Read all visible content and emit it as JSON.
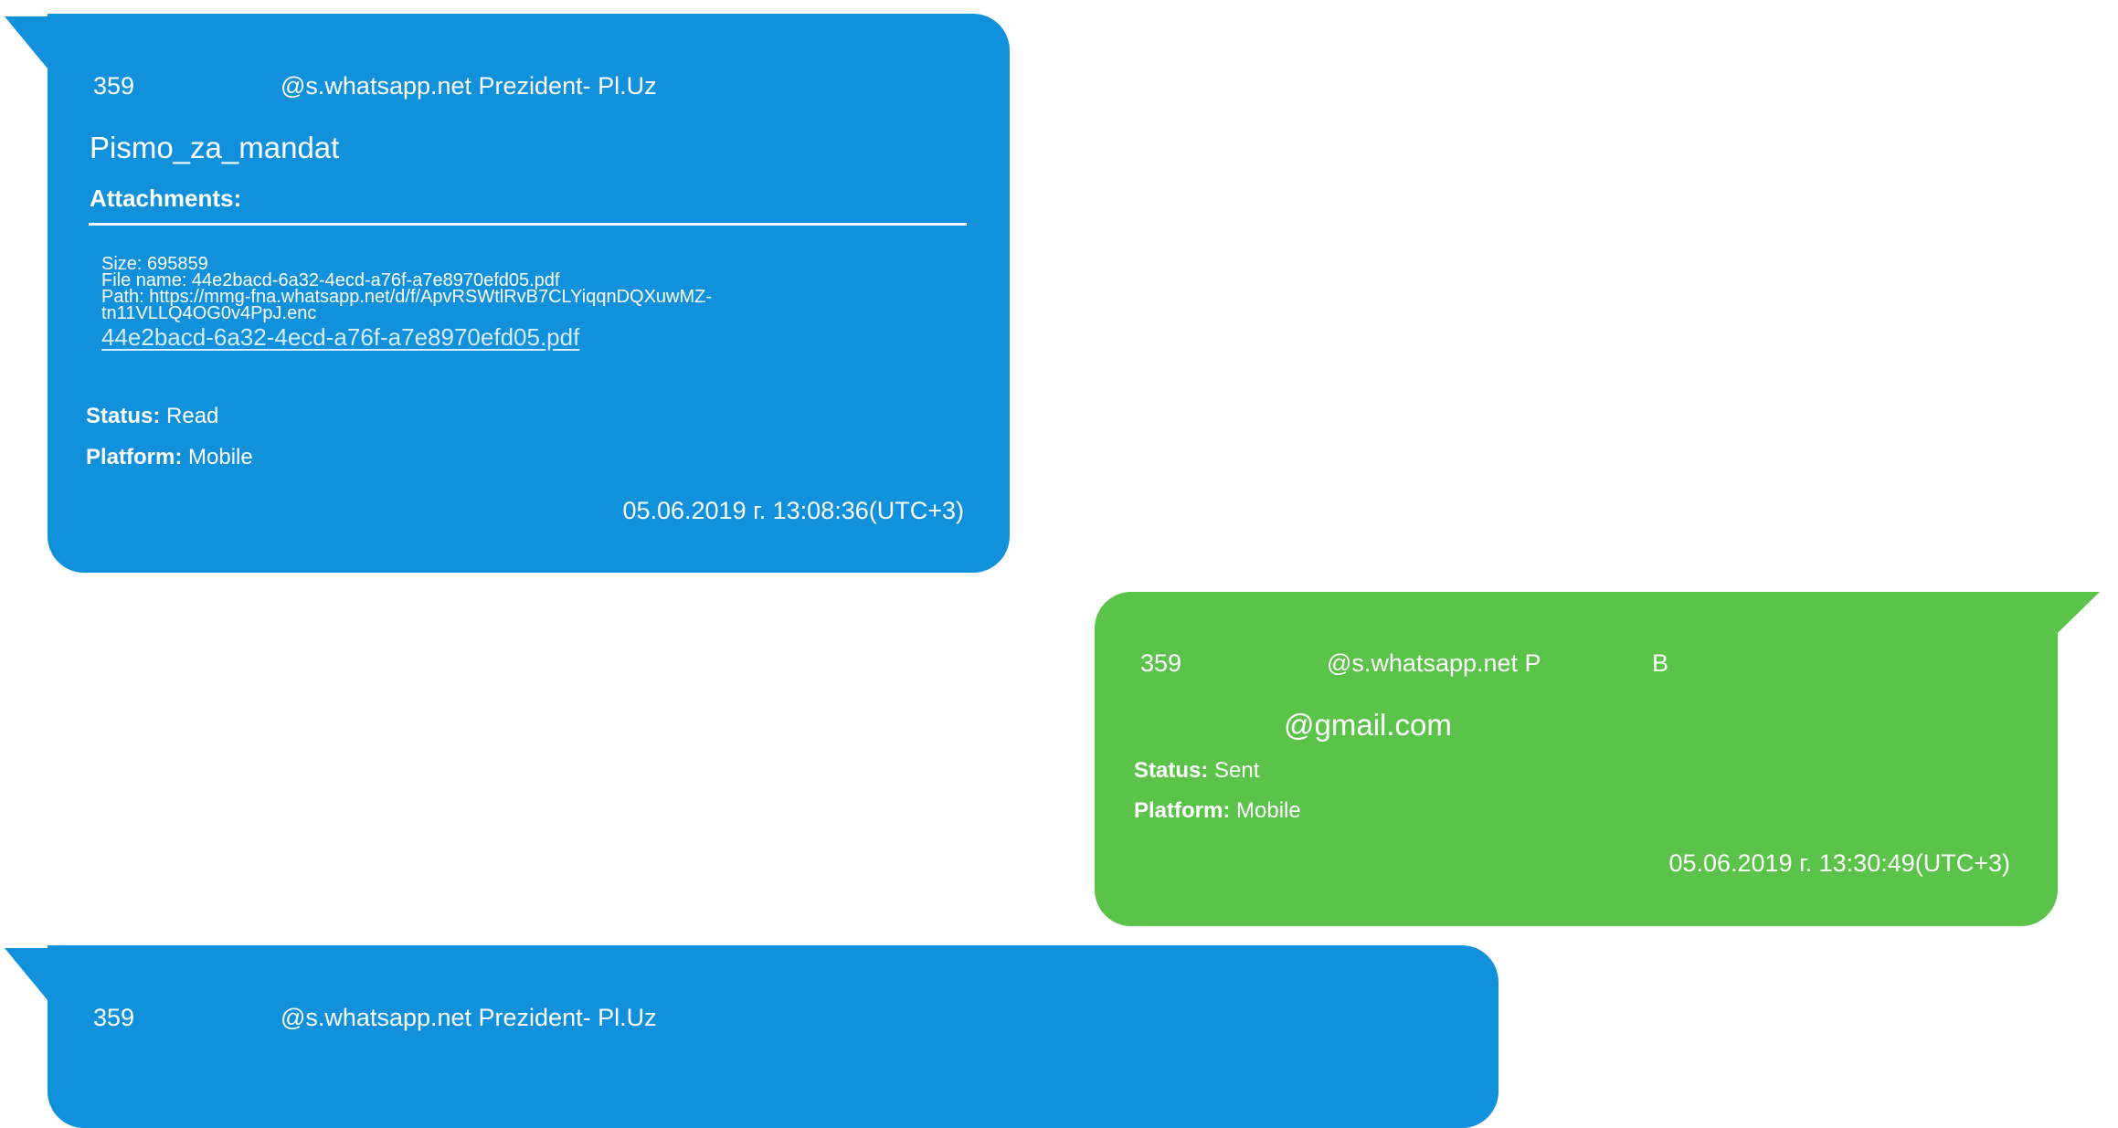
{
  "messages": [
    {
      "direction": "incoming",
      "color": "#1191dc",
      "sender_prefix": "359",
      "sender_suffix": "@s.whatsapp.net Prezident- Pl.Uz",
      "body": "Pismo_za_mandat",
      "attachments_label": "Attachments:",
      "attachment": {
        "size": "Size: 695859",
        "file_name": "File name: 44e2bacd-6a32-4ecd-a76f-a7e8970efd05.pdf",
        "path_line1": "Path: https://mmg-fna.whatsapp.net/d/f/ApvRSWtlRvB7CLYiqqnDQXuwMZ-",
        "path_line2": "tn11VLLQ4OG0v4PpJ.enc",
        "link": "44e2bacd-6a32-4ecd-a76f-a7e8970efd05.pdf"
      },
      "status_label": "Status:",
      "status": "Read",
      "platform_label": "Platform:",
      "platform": "Mobile",
      "timestamp": "05.06.2019 г. 13:08:36(UTC+3)"
    },
    {
      "direction": "outgoing",
      "color": "#5bc34a",
      "sender_prefix": "359",
      "sender_suffix": "@s.whatsapp.net P",
      "sender_tail": "B",
      "body": "@gmail.com",
      "status_label": "Status:",
      "status": "Sent",
      "platform_label": "Platform:",
      "platform": "Mobile",
      "timestamp": "05.06.2019 г. 13:30:49(UTC+3)"
    },
    {
      "direction": "incoming",
      "color": "#1191dc",
      "sender_prefix": "359",
      "sender_suffix": "@s.whatsapp.net Prezident- Pl.Uz"
    }
  ]
}
